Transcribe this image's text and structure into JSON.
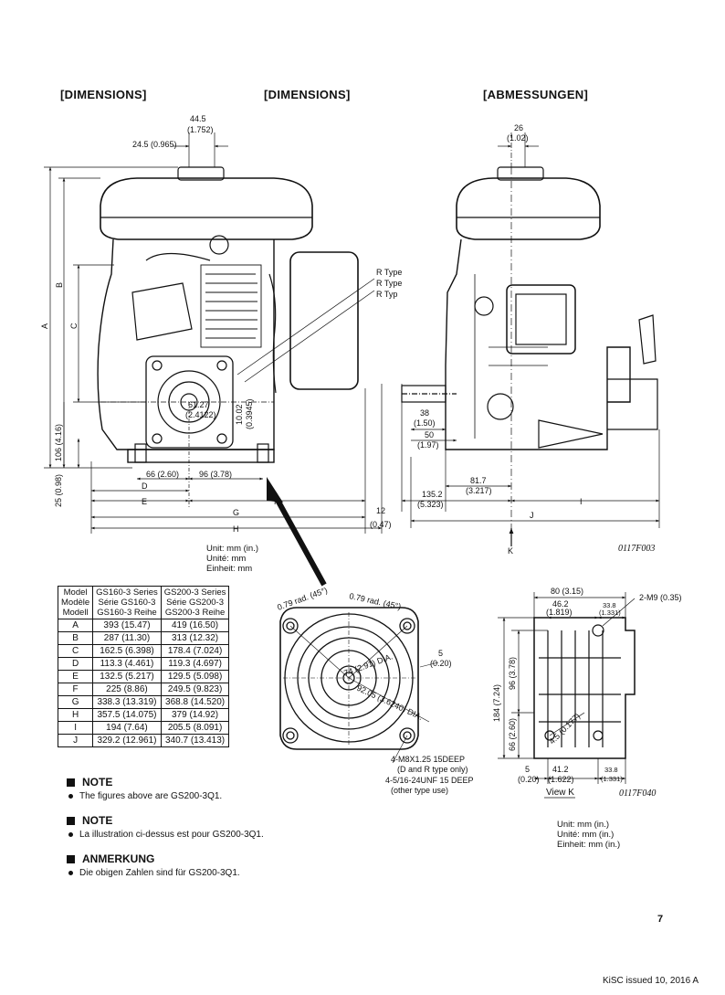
{
  "headers": [
    "[DIMENSIONS]",
    "[DIMENSIONS]",
    "[ABMESSUNGEN]"
  ],
  "front_view": {
    "dims": {
      "top_width": "44.5",
      "top_width_in": "(1.752)",
      "offset": "24.5 (0.965)",
      "center_h": "61.27",
      "center_h_in": "(2.4122)",
      "center_v": "10.02",
      "center_v_in": "(0.3945)",
      "base_left": "66 (2.60)",
      "base_right": "96 (3.78)",
      "left_h": "106 (4.16)",
      "left_h2": "25 (0.98)",
      "right_off": "12",
      "right_off_in": "(0.47)"
    },
    "letters": {
      "A": "A",
      "B": "B",
      "C": "C",
      "D": "D",
      "E": "E",
      "F": "F",
      "G": "G",
      "H": "H"
    },
    "rtype": [
      "R Type",
      "R Type",
      "R Typ"
    ]
  },
  "side_view": {
    "dims": {
      "top": "26",
      "top_in": "(1.02)",
      "d38": "38",
      "d38_in": "(1.50)",
      "d50": "50",
      "d50_in": "(1.97)",
      "d817": "81.7",
      "d817_in": "(3.217)",
      "d1352": "135.2",
      "d1352_in": "(5.323)"
    },
    "letters": {
      "I": "I",
      "J": "J",
      "K": "K"
    },
    "fig_code": "0117F003"
  },
  "units": [
    "Unit:  mm (in.)",
    "Unité:  mm",
    "Einheit:  mm"
  ],
  "flange": {
    "rad_left": "0.79 rad. (45°)",
    "rad_right": "0.79 rad. (45°)",
    "dia1": "74 (2.91) DIA.",
    "dia2": "92.05 (3.6240) DIA.",
    "off": "5",
    "off_in": "(0.20)",
    "bolt": [
      "4-M8X1.25 15DEEP",
      "(D and R type only)",
      "4-5/16-24UNF 15 DEEP",
      "(other type use)"
    ]
  },
  "view_k": {
    "w1": "80 (3.15)",
    "w2": "46.2",
    "w2_in": "(1.819)",
    "w3": "33.8",
    "w3_in": "(1.331)",
    "m9": "2-M9 (0.35)",
    "h1": "184 (7.24)",
    "h2": "96 (3.78)",
    "h3": "66 (2.60)",
    "hole": "4.5 (0.177)",
    "b1": "5",
    "b1_in": "(0.20)",
    "b2": "41.2",
    "b2_in": "(1.622)",
    "b3": "33.8",
    "b3_in": "(1.331)",
    "title": "View K",
    "fig_code": "0117F040",
    "units": [
      "Unit: mm (in.)",
      "Unité: mm (in.)",
      "Einheit: mm (in.)"
    ]
  },
  "table": {
    "header_model": "Model\nModèle\nModell",
    "header_a": "GS160-3 Series\nSérie GS160-3\nGS160-3 Reihe",
    "header_b": "GS200-3 Series\nSérie GS200-3\nGS200-3 Reihe",
    "rows": [
      [
        "A",
        "393 (15.47)",
        "419 (16.50)"
      ],
      [
        "B",
        "287 (11.30)",
        "313 (12.32)"
      ],
      [
        "C",
        "162.5 (6.398)",
        "178.4 (7.024)"
      ],
      [
        "D",
        "113.3 (4.461)",
        "119.3 (4.697)"
      ],
      [
        "E",
        "132.5 (5.217)",
        "129.5 (5.098)"
      ],
      [
        "F",
        "225 (8.86)",
        "249.5 (9.823)"
      ],
      [
        "G",
        "338.3 (13.319)",
        "368.8 (14.520)"
      ],
      [
        "H",
        "357.5 (14.075)",
        "379 (14.92)"
      ],
      [
        "I",
        "194 (7.64)",
        "205.5 (8.091)"
      ],
      [
        "J",
        "329.2 (12.961)",
        "340.7 (13.413)"
      ]
    ]
  },
  "notes": [
    {
      "title": "NOTE",
      "text": "The figures above are GS200-3Q1."
    },
    {
      "title": "NOTE",
      "text": "La illustration ci-dessus est pour GS200-3Q1."
    },
    {
      "title": "ANMERKUNG",
      "text": "Die obigen Zahlen sind für GS200-3Q1."
    }
  ],
  "page_number": "7",
  "footer": "KiSC issued 10, 2016 A"
}
